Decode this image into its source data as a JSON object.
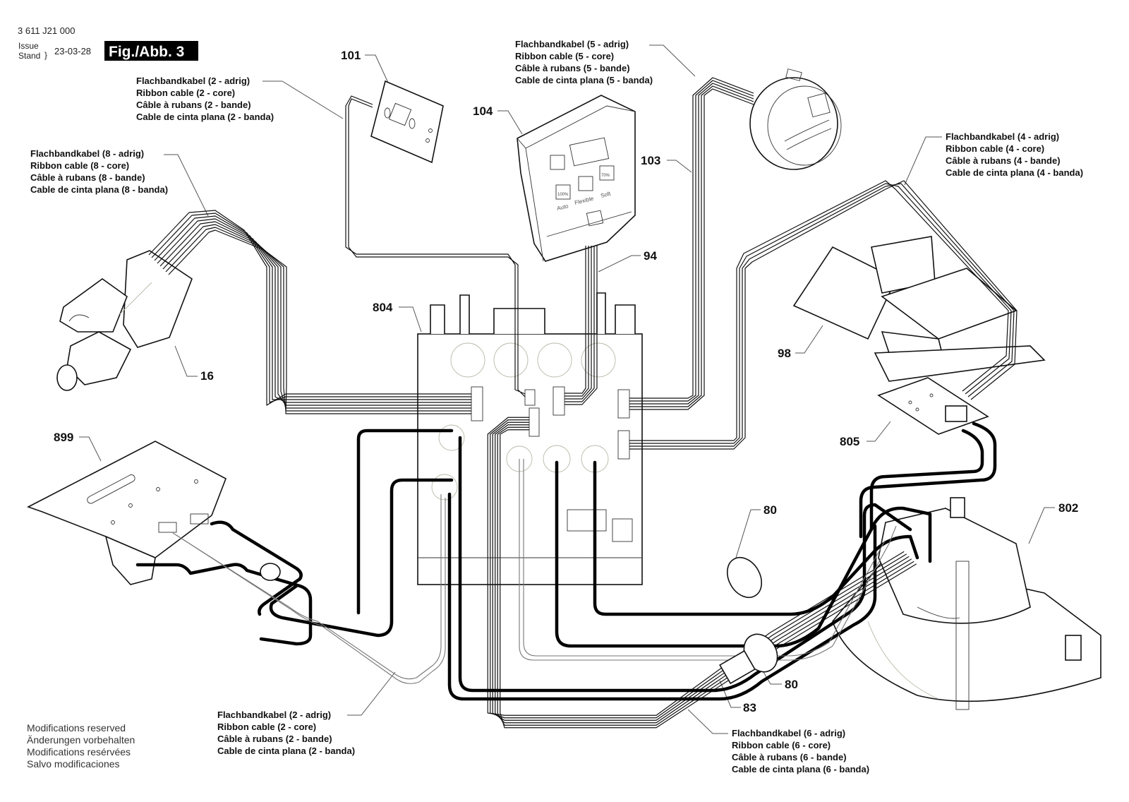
{
  "header": {
    "document_number": "3 611 J21 000",
    "issue_label": "Issue",
    "stand_label": "Stand",
    "issue_date": "23-03-28",
    "figure_label": "Fig./Abb. 3"
  },
  "cable_labels": {
    "ribbon_2core_top": [
      "Flachbandkabel (2 - adrig)",
      "Ribbon cable (2 - core)",
      "Câble à rubans (2 - bande)",
      "Cable de cinta plana (2 - banda)"
    ],
    "ribbon_5core": [
      "Flachbandkabel (5 - adrig)",
      "Ribbon cable (5 - core)",
      "Câble à rubans (5 - bande)",
      "Cable de cinta plana (5 - banda)"
    ],
    "ribbon_8core": [
      "Flachbandkabel (8 - adrig)",
      "Ribbon cable (8 - core)",
      "Câble à rubans (8 - bande)",
      "Cable de cinta plana (8 - banda)"
    ],
    "ribbon_4core": [
      "Flachbandkabel (4 - adrig)",
      "Ribbon cable (4 - core)",
      "Câble à rubans (4 - bande)",
      "Cable de cinta plana (4 - banda)"
    ],
    "ribbon_2core_bottom": [
      "Flachbandkabel (2 - adrig)",
      "Ribbon cable (2 - core)",
      "Câble à rubans (2 - bande)",
      "Cable de cinta plana (2 - banda)"
    ],
    "ribbon_6core": [
      "Flachbandkabel (6 - adrig)",
      "Ribbon cable (6 - core)",
      "Câble à rubans (6 - bande)",
      "Cable de cinta plana (6 - banda)"
    ]
  },
  "parts": {
    "p101": "101",
    "p104": "104",
    "p103": "103",
    "p94": "94",
    "p804": "804",
    "p16": "16",
    "p98": "98",
    "p899": "899",
    "p805": "805",
    "p80a": "80",
    "p802": "802",
    "p80b": "80",
    "p83": "83"
  },
  "display_panel": {
    "mode_auto": "Auto",
    "mode_middle": "Flexible",
    "mode_soft": "Soft",
    "level_100": "100%",
    "level_70": "70%"
  },
  "footer": {
    "lines": [
      "Modifications reserved",
      "Änderungen vorbehalten",
      "Modifications resérvées",
      "Salvo modificaciones"
    ]
  }
}
